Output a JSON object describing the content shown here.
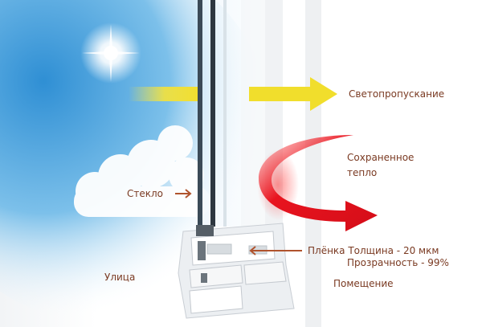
{
  "labels": {
    "light_transmission": "Светопропускание",
    "retained_heat_line1": "Сохраненное",
    "retained_heat_line2": "тепло",
    "glass": "Стекло",
    "film_thickness": "Плёнка Толщина - 20 мкм",
    "film_transparency": "Прозрачность - 99%",
    "outside": "Улица",
    "room": "Помещение"
  },
  "colors": {
    "label_text": "#7a3a22",
    "sky_blue": "#4aa6e0",
    "light_arrow": "#f4e23a",
    "heat_arrow": "#e8141f",
    "pointer_arrow": "#b0532d",
    "frame": "#e9ecef"
  },
  "icons": [
    "sun-icon",
    "cloud-icon",
    "light-arrow",
    "heat-arrow",
    "pointer-arrow"
  ]
}
